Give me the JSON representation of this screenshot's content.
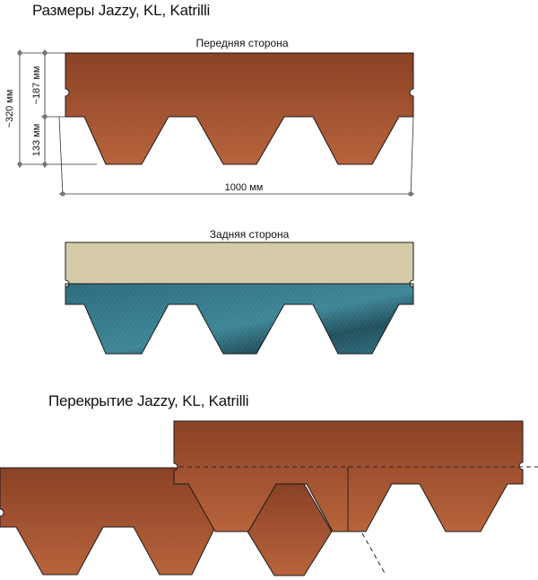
{
  "headings": {
    "sizes": "Размеры Jazzy, KL, Katrilli",
    "overlap": "Перекрытие Jazzy, KL, Katrilli"
  },
  "labels": {
    "front_side": "Передняя сторона",
    "back_side": "Задняя сторона"
  },
  "dimensions": {
    "total_height": "~320 мм",
    "top_height": "~187 мм",
    "tab_height": "133 мм",
    "width": "1000 мм"
  },
  "colors": {
    "shingle_dark": "#8f4427",
    "shingle_light": "#b45f3a",
    "back_top": "#d6cba8",
    "back_bottom": "#2f6f80",
    "outline": "#1a1a1a"
  }
}
